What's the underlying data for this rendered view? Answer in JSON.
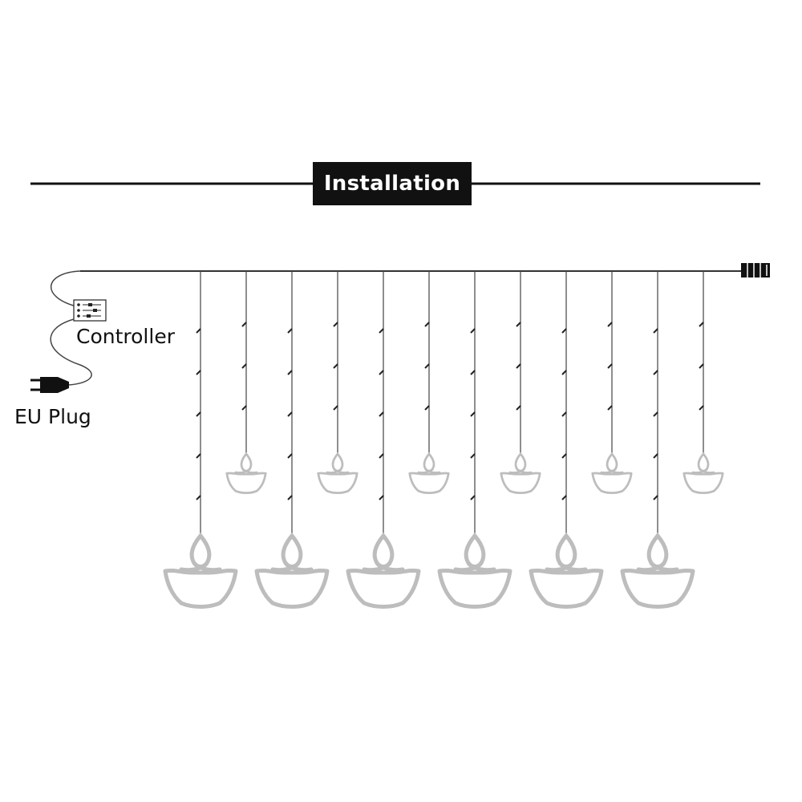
{
  "title": "Installation",
  "labels": {
    "controller": "Controller",
    "plug": "EU Plug"
  },
  "colors": {
    "line": "#111111",
    "badge_bg": "#111111",
    "badge_text": "#ffffff",
    "lamp_outline": "#bdbdbd"
  },
  "strands": {
    "long_count": 6,
    "short_count": 6,
    "long_lamp_icon": "diya-lamp-icon",
    "short_lamp_icon": "diya-lamp-icon"
  }
}
